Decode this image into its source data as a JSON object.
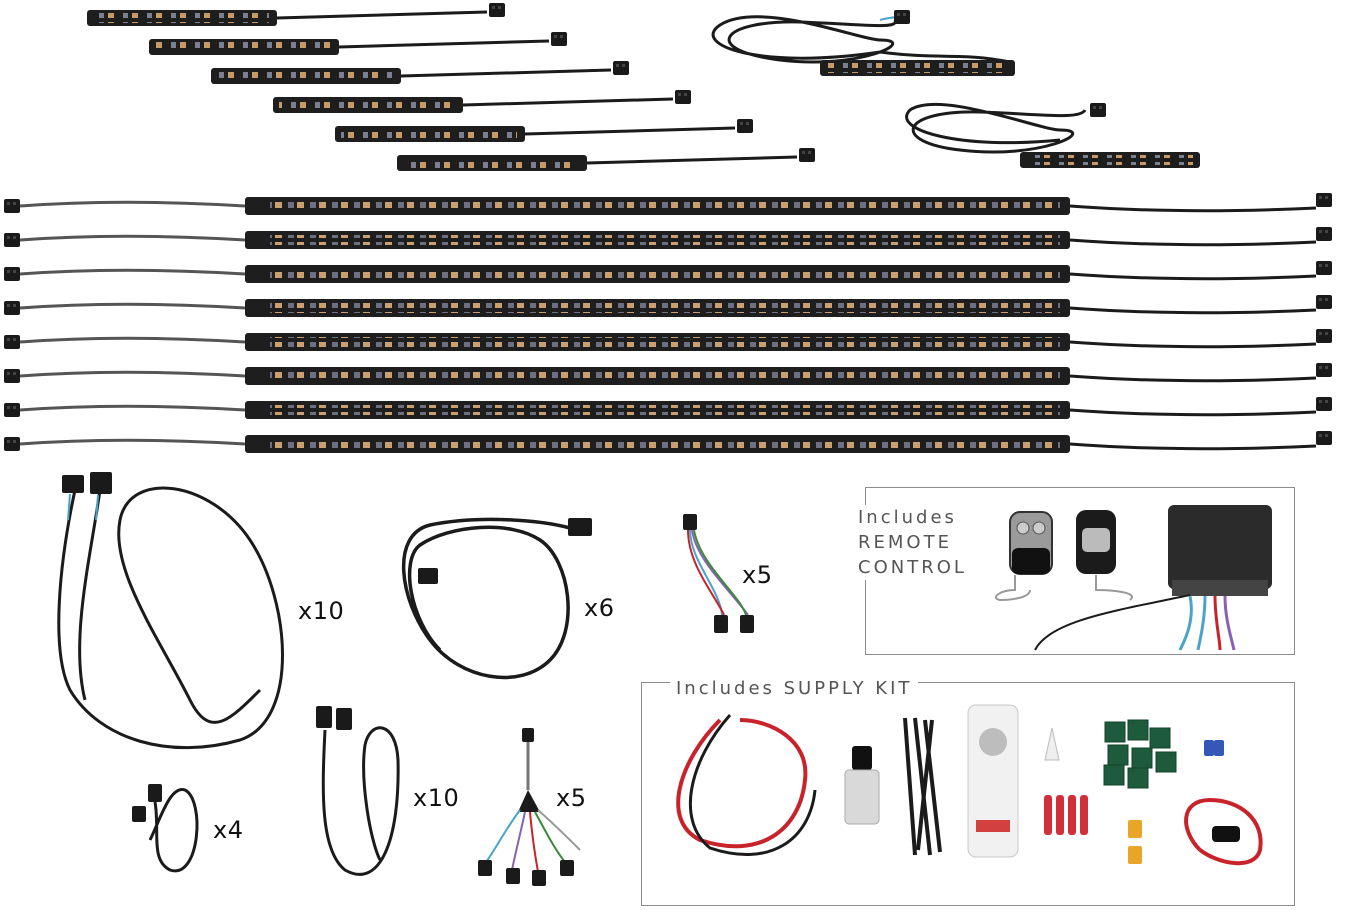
{
  "quantities": {
    "extension_long": "x10",
    "extension_coil": "x6",
    "jumper": "x5",
    "short_lead": "x4",
    "extension_medium": "x10",
    "splitter": "x5"
  },
  "remote_box": {
    "line1": "Includes",
    "line2": "REMOTE",
    "line3": "CONTROL"
  },
  "supply_box": {
    "label": "Includes SUPPLY KIT"
  },
  "colors": {
    "strip": "#1e1e1e",
    "led_amber": "#c79a66",
    "cable": "#1b1b1b",
    "frame": "#8c8c8c",
    "red_wire": "#c8232b"
  }
}
